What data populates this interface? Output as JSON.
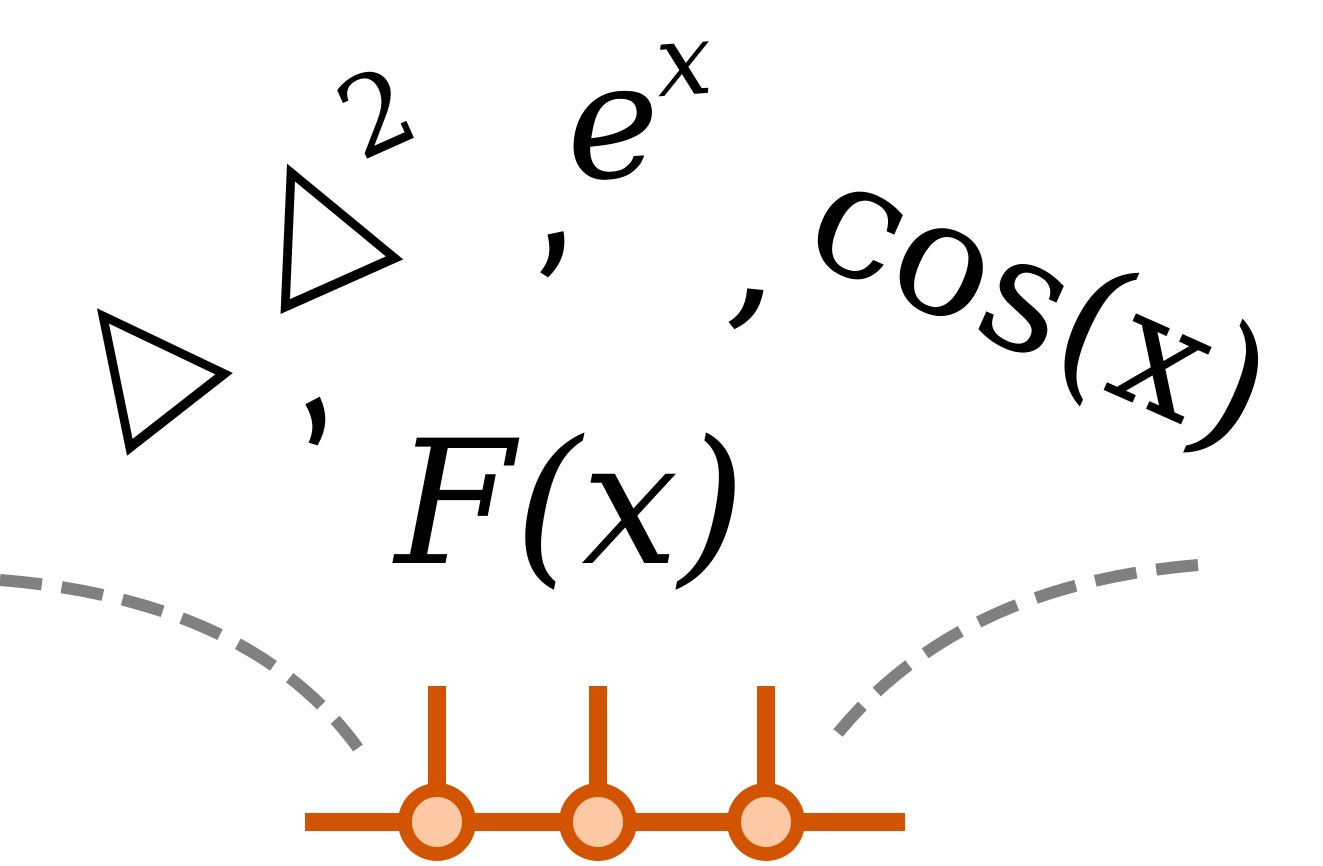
{
  "labels": {
    "delta1": "△",
    "sep1": ",",
    "delta2_base": "△",
    "delta2_exp": "2",
    "sep2": ",",
    "exp_base": "e",
    "exp_sup": "x",
    "sep3": ",",
    "cos": "cos(x)",
    "function": "F(x)"
  },
  "colors": {
    "text": "#000000",
    "dashed_arc": "#808080",
    "node_stroke": "#d35400",
    "node_fill": "#fcc9a4",
    "background": "#ffffff"
  },
  "diagram": {
    "node_count": 3
  }
}
